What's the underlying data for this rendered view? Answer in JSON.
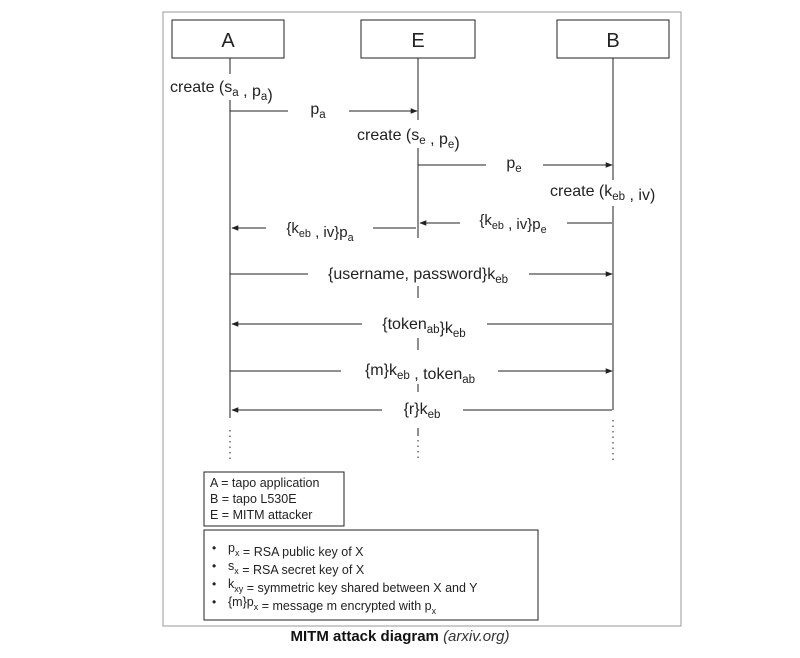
{
  "participants": [
    {
      "id": "A",
      "label": "A"
    },
    {
      "id": "E",
      "label": "E"
    },
    {
      "id": "B",
      "label": "B"
    }
  ],
  "steps": [
    {
      "id": "create-a",
      "parts": [
        [
          "create (",
          ""
        ],
        [
          "s",
          "a"
        ],
        [
          " , ",
          ""
        ],
        [
          "p",
          "a"
        ],
        [
          ")",
          ""
        ]
      ]
    },
    {
      "id": "msg-pa",
      "parts": [
        [
          "p",
          "a"
        ]
      ]
    },
    {
      "id": "create-e",
      "parts": [
        [
          "create (",
          ""
        ],
        [
          "s",
          "e"
        ],
        [
          " , ",
          ""
        ],
        [
          "p",
          "e"
        ],
        [
          ")",
          ""
        ]
      ]
    },
    {
      "id": "msg-pe",
      "parts": [
        [
          "p",
          "e"
        ]
      ]
    },
    {
      "id": "create-b",
      "parts": [
        [
          "create (",
          ""
        ],
        [
          "k",
          "eb"
        ],
        [
          " , iv)",
          ""
        ]
      ]
    },
    {
      "id": "msg-keb-pa",
      "parts": [
        [
          "{k",
          "eb"
        ],
        [
          " , iv}p",
          "a"
        ]
      ]
    },
    {
      "id": "msg-keb-pe",
      "parts": [
        [
          "{k",
          "eb"
        ],
        [
          " , iv}p",
          "e"
        ]
      ]
    },
    {
      "id": "msg-creds",
      "parts": [
        [
          "{username, password}k",
          "eb"
        ]
      ]
    },
    {
      "id": "msg-token",
      "parts": [
        [
          "{token",
          "ab"
        ],
        [
          "}k",
          "eb"
        ]
      ]
    },
    {
      "id": "msg-m",
      "parts": [
        [
          "{m}k",
          "eb"
        ],
        [
          " , token",
          "ab"
        ]
      ]
    },
    {
      "id": "msg-r",
      "parts": [
        [
          "{r}k",
          "eb"
        ]
      ]
    }
  ],
  "legend_participants": [
    "A = tapo application",
    "B = tapo L530E",
    "E = MITM attacker"
  ],
  "legend_notation": [
    {
      "bullet": "•",
      "parts": [
        [
          "p",
          "x"
        ],
        [
          " = RSA public key of X",
          ""
        ]
      ]
    },
    {
      "bullet": "•",
      "parts": [
        [
          "s",
          "x"
        ],
        [
          " = RSA secret key of X",
          ""
        ]
      ]
    },
    {
      "bullet": "•",
      "parts": [
        [
          "k",
          "xy"
        ],
        [
          " = symmetric key shared between X and Y",
          ""
        ]
      ]
    },
    {
      "bullet": "•",
      "parts": [
        [
          "{m}p",
          "x"
        ],
        [
          " = message m encrypted with p",
          "x"
        ]
      ]
    }
  ],
  "caption": {
    "title": "MITM attack diagram",
    "source": "(arxiv.org)"
  },
  "colors": {
    "line": "#222222",
    "frame": "#999999",
    "text": "#222222"
  }
}
